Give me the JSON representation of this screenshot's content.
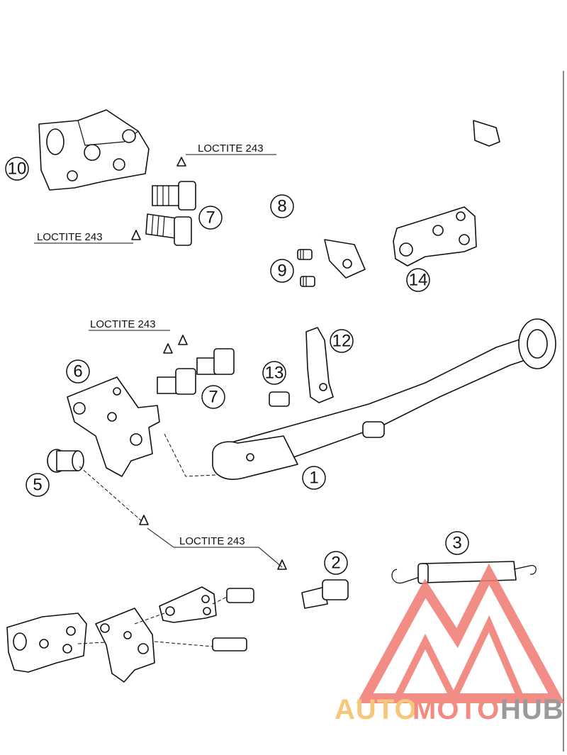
{
  "annotations": {
    "loctite_1": "LOCTITE 243",
    "loctite_2": "LOCTITE 243",
    "loctite_3": "LOCTITE 243",
    "loctite_4": "LOCTITE 243"
  },
  "callouts": [
    "1",
    "2",
    "3",
    "5",
    "6",
    "7",
    "7",
    "8",
    "9",
    "10",
    "12",
    "13",
    "14"
  ],
  "watermark": {
    "part_auto": "AUTO",
    "part_moto": "MOTO",
    "part_hub": "HUB",
    "colors": {
      "auto": "#f6c77b",
      "moto": "#f28b82",
      "hub": "#9a9a9a",
      "logo": "#f07a72"
    }
  }
}
